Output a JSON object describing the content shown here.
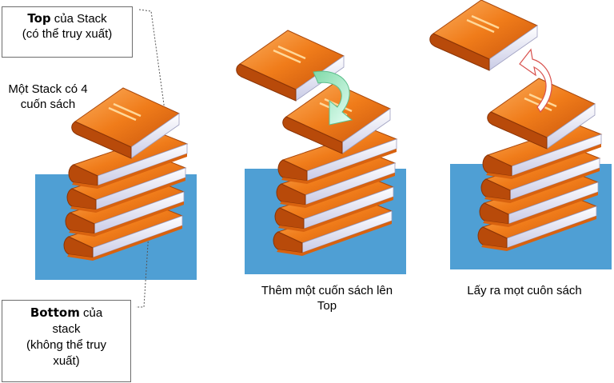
{
  "top_callout": {
    "bold": "Top",
    "rest": " của Stack",
    "line2": "(có thể truy xuất)"
  },
  "stack_description": {
    "line1": "Một Stack có 4",
    "line2": "cuốn sách"
  },
  "bottom_callout": {
    "bold": "Bottom",
    "rest": " của",
    "line2": "stack",
    "line3": "(không thể truy",
    "line4": "xuất)"
  },
  "caption_add": {
    "line1": "Thêm một cuốn sách lên",
    "line2": "Top"
  },
  "caption_remove": "Lấy ra mọt cuôn sách",
  "colors": {
    "panel": "#4f9fd4",
    "book_cover": "#f07c1a",
    "book_cover_light": "#f9a24a",
    "book_spine": "#b84a0a",
    "book_pages": "#e9eaf6",
    "arrow_add": "#bff3e2",
    "arrow_remove": "#ffffff",
    "arrow_remove_stroke": "#d9534f"
  }
}
